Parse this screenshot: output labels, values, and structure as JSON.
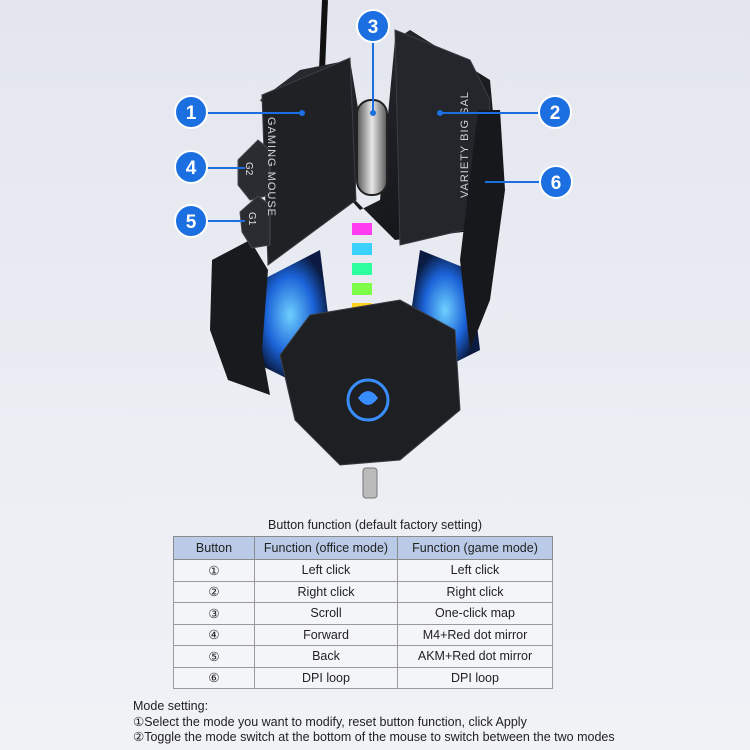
{
  "callouts": [
    "1",
    "2",
    "3",
    "4",
    "5",
    "6"
  ],
  "mouse": {
    "left_text": "GAMING MOUSE",
    "right_text": "VARIETY BIG SAL",
    "g2_label": "G2",
    "g1_label": "G1"
  },
  "colors": {
    "callout_fill": "#1c6fe0",
    "callout_line": "#1c6fe0",
    "body": "#1e2024",
    "header_bg": "#b9cbe6",
    "led": [
      "#ff3df0",
      "#3ad0ff",
      "#2bff9e",
      "#7dff4a",
      "#ffd21f",
      "#ff9a1f"
    ]
  },
  "table": {
    "caption": "Button function (default factory setting)",
    "headers": [
      "Button",
      "Function (office mode)",
      "Function (game mode)"
    ],
    "rows": [
      [
        "①",
        "Left click",
        "Left click"
      ],
      [
        "②",
        "Right click",
        "Right click"
      ],
      [
        "③",
        "Scroll",
        "One-click map"
      ],
      [
        "④",
        "Forward",
        "M4+Red dot mirror"
      ],
      [
        "⑤",
        "Back",
        "AKM+Red dot mirror"
      ],
      [
        "⑥",
        "DPI loop",
        "DPI loop"
      ]
    ]
  },
  "notes": {
    "title": "Mode setting:",
    "line1": "①Select the mode you want to modify, reset button function, click Apply",
    "line2": "②Toggle the mode switch at the bottom of the mouse to switch between the two modes"
  }
}
